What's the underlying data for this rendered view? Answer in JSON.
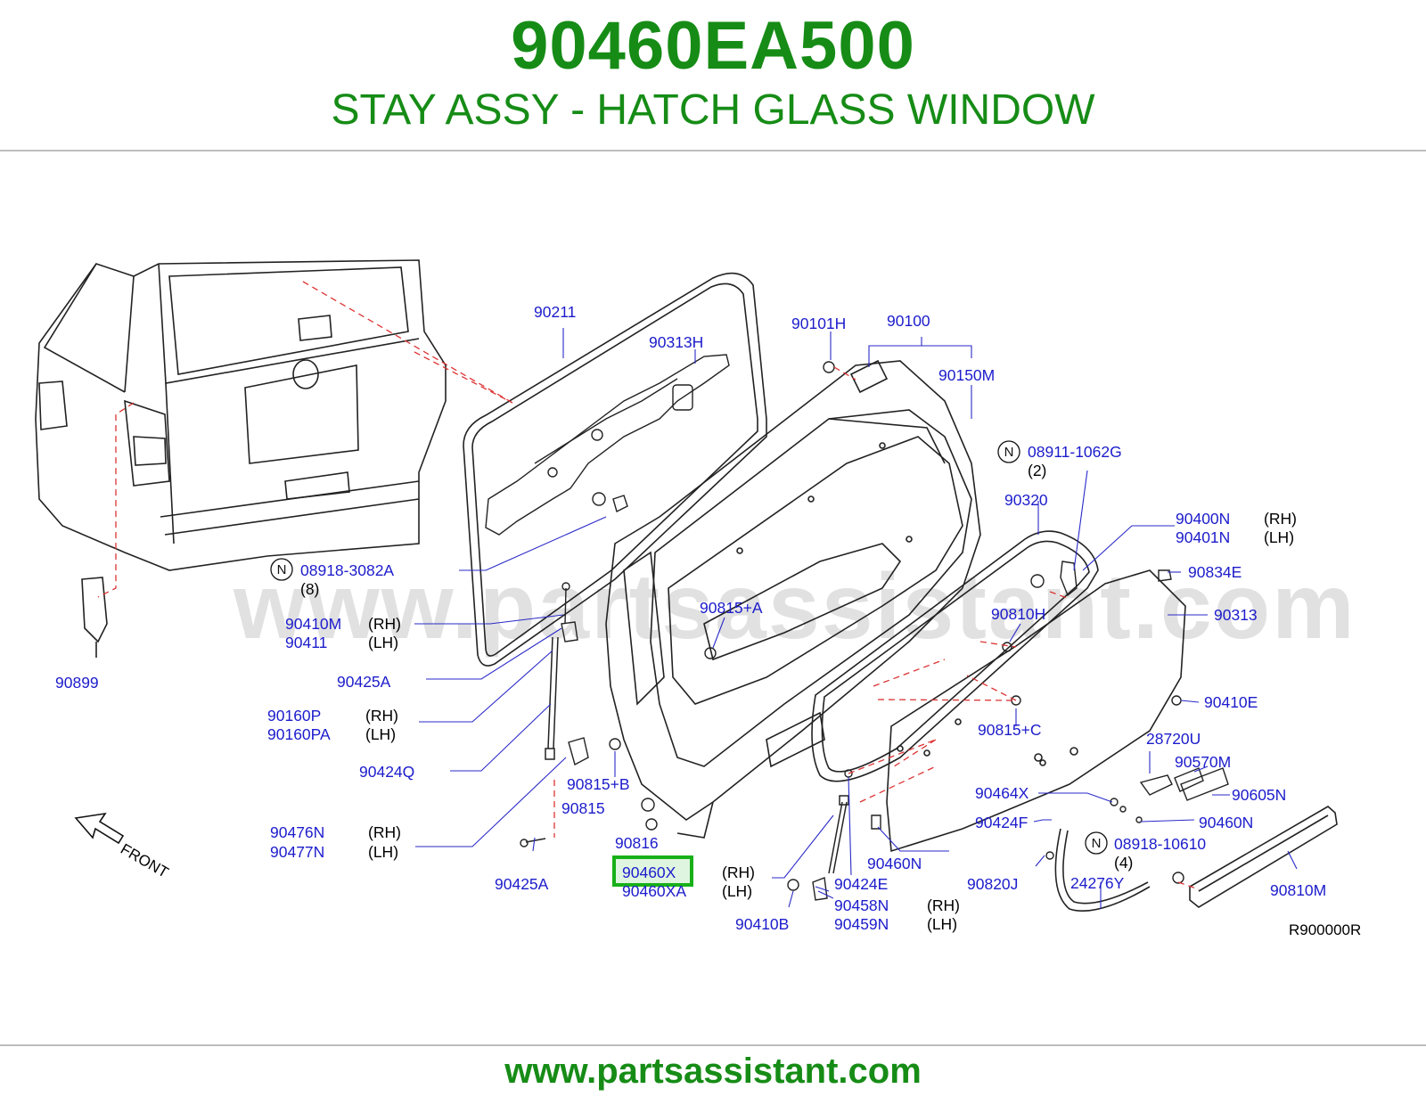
{
  "header": {
    "part_number": "90460EA500",
    "part_description": "STAY ASSY - HATCH GLASS WINDOW"
  },
  "watermark": "www.partsassistant.com",
  "footer": {
    "url": "www.partsassistant.com"
  },
  "diagram": {
    "reference_code": "R900000R",
    "front_label": "FRONT",
    "highlighted_part": "90460X",
    "part_labels": [
      "90211",
      "90313H",
      "90101H",
      "90100",
      "90150M",
      "08911-1062G",
      "90320",
      "90400N",
      "90401N",
      "90834E",
      "90313",
      "08918-3082A",
      "90815+A",
      "90810H",
      "90410M",
      "90411",
      "90425A",
      "90410E",
      "90160P",
      "90160PA",
      "90815+C",
      "90424Q",
      "28720U",
      "90570M",
      "90815+B",
      "90464X",
      "90605N",
      "90815",
      "90476N",
      "90477N",
      "90424F",
      "90460N",
      "90816",
      "08918-10610",
      "90460N",
      "90460X",
      "90460XA",
      "90424E",
      "90820J",
      "24276Y",
      "90810M",
      "90425A",
      "90410B",
      "90458N",
      "90459N",
      "90899"
    ],
    "side_labels": [
      "(RH)",
      "(LH)"
    ],
    "quantity_labels": [
      "(2)",
      "(8)",
      "(4)"
    ],
    "circle_marker": "N"
  }
}
